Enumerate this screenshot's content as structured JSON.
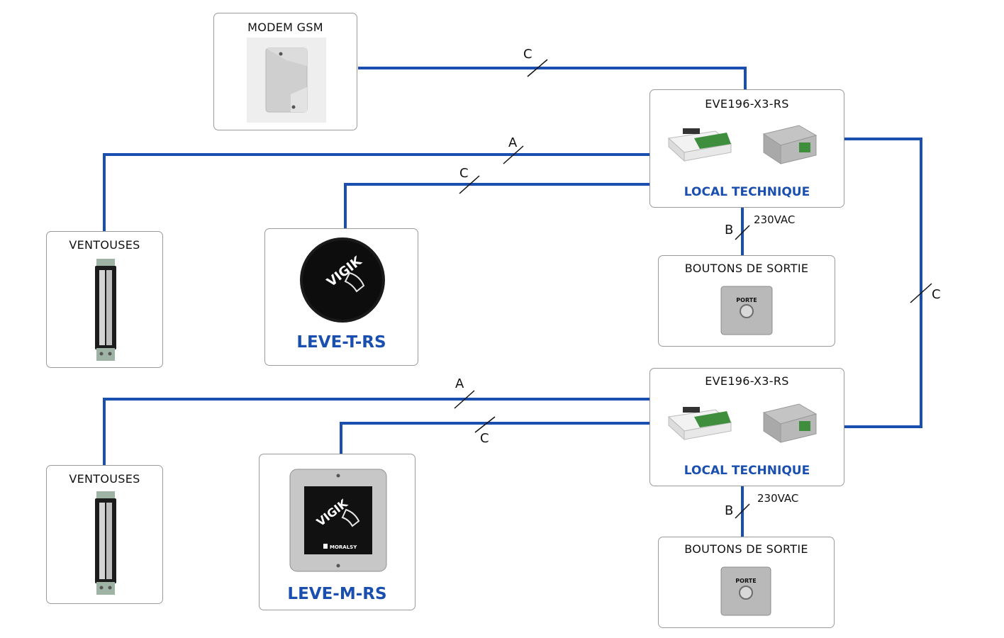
{
  "boxes": {
    "modem_title": "MODEM GSM",
    "controller_1_title": "EVE196-X3-RS",
    "controller_1_sub": "LOCAL TECHNIQUE",
    "controller_2_title": "EVE196-X3-RS",
    "controller_2_sub": "LOCAL TECHNIQUE",
    "ventouses_1_title": "VENTOUSES",
    "ventouses_2_title": "VENTOUSES",
    "reader_1_name": "LEVE-T-RS",
    "reader_2_name": "LEVE-M-RS",
    "exit_1_title": "BOUTONS DE SORTIE",
    "exit_2_title": "BOUTONS DE SORTIE"
  },
  "device_text": {
    "vigik": "VIGIK",
    "brand": "MORALSY",
    "porte": "PORTE"
  },
  "wires": {
    "modem_link": "C",
    "ventouses_1_link": "A",
    "reader_1_link": "C",
    "controller_1_power": "B",
    "controller_1_voltage": "230VAC",
    "bus_link": "C",
    "ventouses_2_link": "A",
    "reader_2_link": "C",
    "controller_2_power": "B",
    "controller_2_voltage": "230VAC"
  },
  "colors": {
    "wire": "#1a4fb0",
    "accent_text": "#1a4fb0",
    "box_border": "#9a9a9a"
  }
}
